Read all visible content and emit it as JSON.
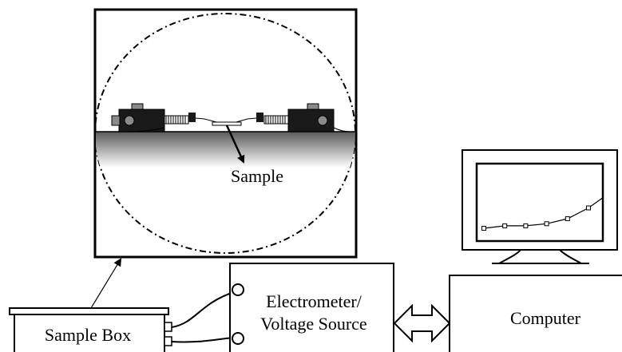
{
  "labels": {
    "sample": "Sample",
    "sample_box": "Sample Box",
    "electrometer_line1": "Electrometer/",
    "electrometer_line2": "Voltage Source",
    "computer": "Computer"
  },
  "monitor_plot": {
    "points": [
      [
        0,
        0
      ],
      [
        1,
        0.6
      ],
      [
        2,
        0.6
      ],
      [
        3,
        1.1
      ],
      [
        4,
        2.3
      ],
      [
        5,
        4.9
      ]
    ],
    "line_end": [
      5.7,
      7.4
    ]
  },
  "colors": {
    "stroke": "#000000",
    "background": "#ffffff",
    "clamp_body": "#1a1a1a",
    "clamp_accent": "#8a8a8a",
    "stage_top": "#5a5a5a",
    "stage_bottom": "#ffffff"
  },
  "icons": {
    "sample_clamp": "clamp-icon",
    "data_link": "double-arrow-icon",
    "monitor": "monitor-icon"
  }
}
